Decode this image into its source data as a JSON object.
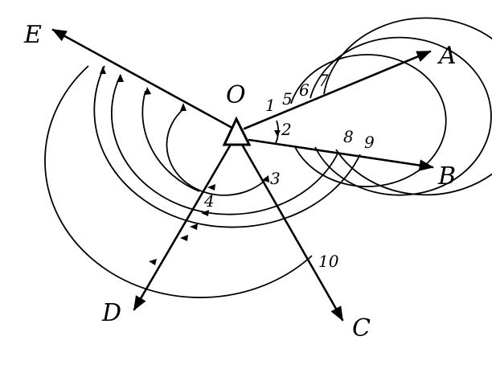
{
  "diagram": {
    "vertex_label": "O",
    "ray_labels": {
      "A": "A",
      "B": "B",
      "C": "C",
      "D": "D",
      "E": "E"
    },
    "angle_numbers": [
      "1",
      "2",
      "3",
      "4",
      "5",
      "6",
      "7",
      "8",
      "9",
      "10"
    ]
  }
}
